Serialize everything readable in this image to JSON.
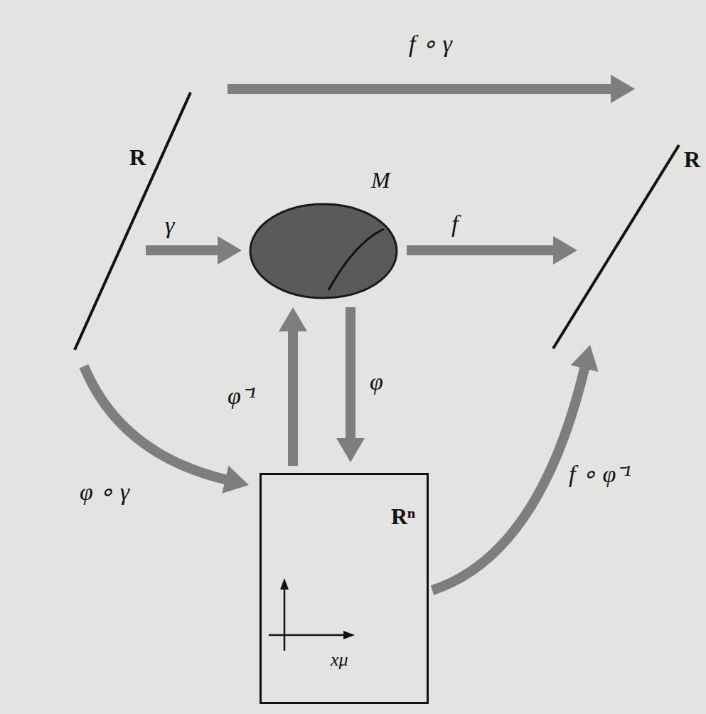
{
  "diagram": {
    "nodes": [
      {
        "text": [
          "R"
        ]
      },
      {
        "text": [
          "M"
        ]
      },
      {
        "text": [
          "R"
        ]
      },
      {
        "text": [
          "Rⁿ",
          "xμ"
        ]
      }
    ],
    "edges": [
      {
        "from": 0,
        "to": 1,
        "arrow": "to",
        "label": "γ"
      },
      {
        "from": 1,
        "to": 2,
        "arrow": "to",
        "label": "f"
      },
      {
        "from": 1,
        "to": 3,
        "arrow": "to",
        "label": "φ"
      },
      {
        "from": 3,
        "to": 1,
        "arrow": "to",
        "label": "φ⁻¹"
      },
      {
        "from": 0,
        "to": 3,
        "arrow": "to",
        "label": "φ ∘ γ"
      },
      {
        "from": 3,
        "to": 2,
        "arrow": "to",
        "label": "f ∘ φ⁻¹"
      },
      {
        "from": 0,
        "to": 2,
        "arrow": "to",
        "label": "f ∘ γ"
      }
    ]
  }
}
